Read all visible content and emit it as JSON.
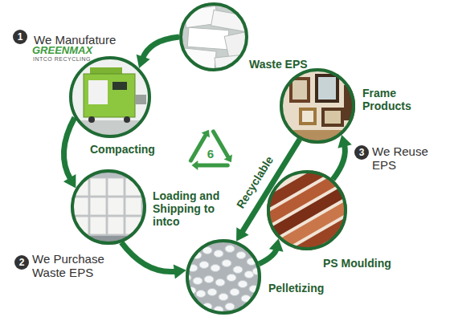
{
  "diagram": {
    "nodes": [
      {
        "text": [
          "Waste EPS"
        ]
      },
      {
        "text": [
          "We Manufature"
        ]
      },
      {
        "text": [
          "Loading and Shipping to intco"
        ]
      },
      {
        "text": [
          "Pelletizing"
        ]
      },
      {
        "text": [
          "PS Moulding"
        ]
      },
      {
        "text": [
          "Frame Products"
        ]
      }
    ],
    "edges": [
      {
        "from": 0,
        "to": 1,
        "arrow": "to"
      },
      {
        "from": 1,
        "to": 2,
        "label": "Compacting",
        "arrow": "to"
      },
      {
        "from": 2,
        "to": 3,
        "arrow": "to"
      },
      {
        "from": 3,
        "to": 4,
        "arrow": "to"
      },
      {
        "from": 4,
        "to": 5,
        "arrow": "to"
      },
      {
        "from": 5,
        "to": 3,
        "label": "Recyclable",
        "arrow": "to"
      }
    ],
    "labels": [
      "1",
      "GREENMAX",
      "INTCO RECYCLING",
      "2",
      "We Purchase Waste EPS",
      "3",
      "We Reuse EPS",
      "6"
    ]
  }
}
